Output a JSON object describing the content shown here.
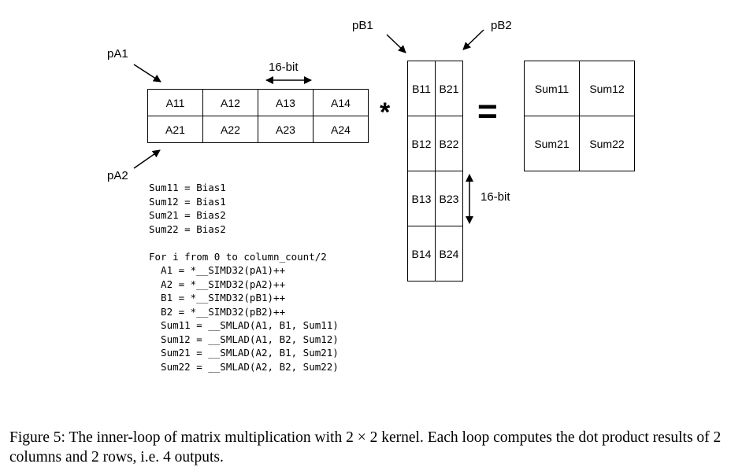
{
  "pointers": {
    "pA1": "pA1",
    "pA2": "pA2",
    "pB1": "pB1",
    "pB2": "pB2"
  },
  "bit_labels": {
    "horizontal": "16-bit",
    "vertical": "16-bit"
  },
  "matrix_a": [
    [
      "A11",
      "A12",
      "A13",
      "A14"
    ],
    [
      "A21",
      "A22",
      "A23",
      "A24"
    ]
  ],
  "matrix_b": [
    [
      "B11",
      "B21"
    ],
    [
      "B12",
      "B22"
    ],
    [
      "B13",
      "B23"
    ],
    [
      "B14",
      "B24"
    ]
  ],
  "matrix_sum": [
    [
      "Sum11",
      "Sum12"
    ],
    [
      "Sum21",
      "Sum22"
    ]
  ],
  "operators": {
    "multiply": "*",
    "equals": "="
  },
  "code_lines": [
    "Sum11 = Bias1",
    "Sum12 = Bias1",
    "Sum21 = Bias2",
    "Sum22 = Bias2",
    "",
    "For i from 0 to column_count/2",
    "  A1 = *__SIMD32(pA1)++",
    "  A2 = *__SIMD32(pA2)++",
    "  B1 = *__SIMD32(pB1)++",
    "  B2 = *__SIMD32(pB2)++",
    "  Sum11 = __SMLAD(A1, B1, Sum11)",
    "  Sum12 = __SMLAD(A1, B2, Sum12)",
    "  Sum21 = __SMLAD(A2, B1, Sum21)",
    "  Sum22 = __SMLAD(A2, B2, Sum22)"
  ],
  "caption": "Figure 5: The inner-loop of matrix multiplication with 2 × 2 kernel. Each loop computes the dot product results of 2 columns and 2 rows, i.e. 4 outputs."
}
